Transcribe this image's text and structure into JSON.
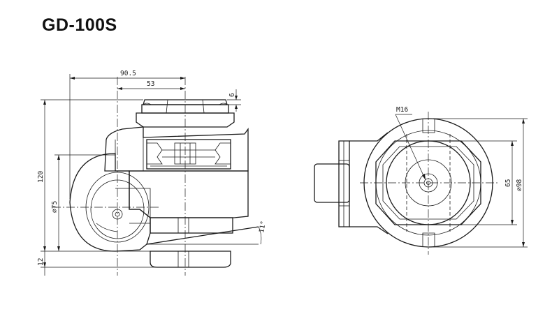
{
  "title": "GD-100S",
  "dimensions": {
    "overall_length": "90.5",
    "center_offset": "53",
    "top_plate": "6",
    "height": "120",
    "wheel_dia": "⌀75",
    "bottom": "12",
    "angle": "11°",
    "thread": "M16",
    "hex_size": "65",
    "base_dia": "⌀98"
  }
}
